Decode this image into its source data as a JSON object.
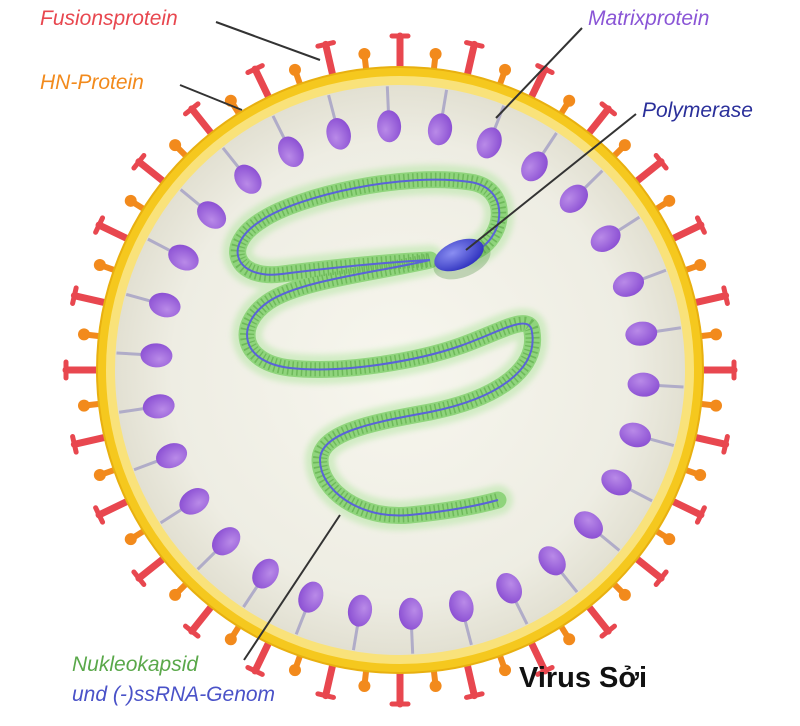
{
  "title": "Virus Sởi",
  "labels": {
    "fusion": {
      "text": "Fusionsprotein",
      "color": "#e8474f"
    },
    "hn": {
      "text": "HN-Protein",
      "color": "#f28a1c"
    },
    "matrix": {
      "text": "Matrixprotein",
      "color": "#8a55d6"
    },
    "polymerase": {
      "text": "Polymerase",
      "color": "#2a2f9a"
    },
    "nucleocapsid": {
      "text": "Nukleokapsid",
      "color": "#5aa84a"
    },
    "genome": {
      "text": "und (-)ssRNA-Genom",
      "color": "#4a52c8"
    }
  },
  "colors": {
    "envelope": "#f5c81e",
    "envelope_inner": "#f9e27a",
    "interior": "#eeede3",
    "fusion_spike": "#e8474f",
    "hn_spike": "#f28a1c",
    "matrix": "#9b62dd",
    "matrix_stalk": "#b0acc8",
    "capsid": "#8fd47c",
    "rna": "#5a63d8",
    "polymerase": "#3b3fd0",
    "leader": "#333333"
  }
}
